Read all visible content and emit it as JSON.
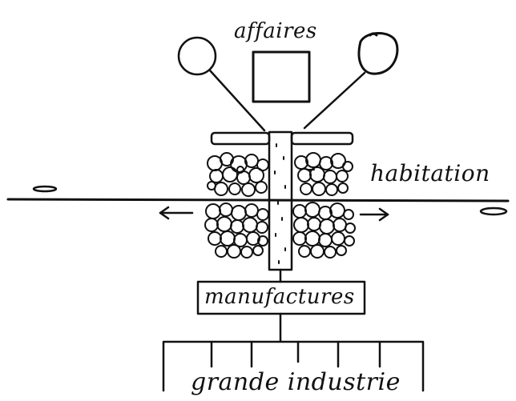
{
  "labels": {
    "affaires": "affaires",
    "habitation": "habitation",
    "manufactures": "manufactures",
    "grande_industrie": "grande industrie"
  },
  "colors": {
    "ink": "#111111",
    "paper": "#ffffff"
  }
}
